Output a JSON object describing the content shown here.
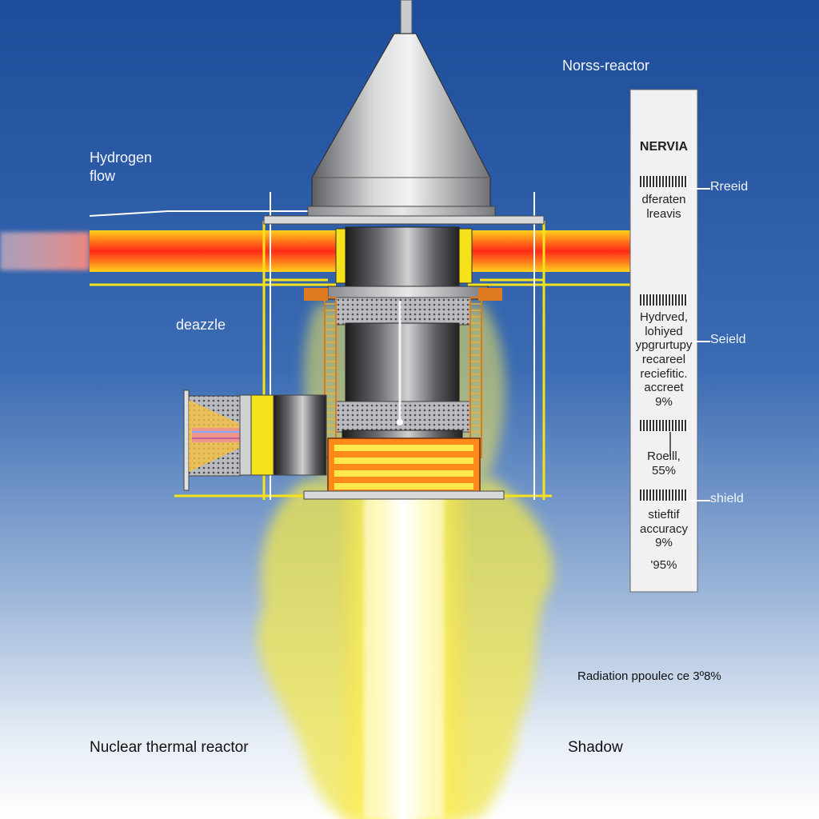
{
  "labels": {
    "top_right": "Norss-reactor",
    "hydrogen_flow_line1": "Hydrogen",
    "hydrogen_flow_line2": "flow",
    "left_mid": "deazzle",
    "bottom_left": "Nuclear thermal reactor",
    "bottom_right": "Shadow",
    "radiation": "Radiation ppoulec ce 3º8%"
  },
  "panel": {
    "title": "NERVIA",
    "block1": "dferaten\nlreavis",
    "block2": "Hydrved,\nlohiyed\nypgrurtupy\nrecareel\nreciefitic.\naccreet\n9%",
    "block3": "Roeill,\n55%",
    "block4": "stieftif\naccuracy\n9%",
    "block5": "'95%"
  },
  "callouts": {
    "c1": "Rreeid",
    "c2": "Seield",
    "c3": "shield"
  },
  "colors": {
    "sky_top": "#1f4e9c",
    "sky_bottom": "#ffffff",
    "flame_yellow": "#ffe81a",
    "flow_red": "#ff3b1f",
    "frame_yellow": "#f5e21a",
    "metal": "#9a9ca0"
  }
}
